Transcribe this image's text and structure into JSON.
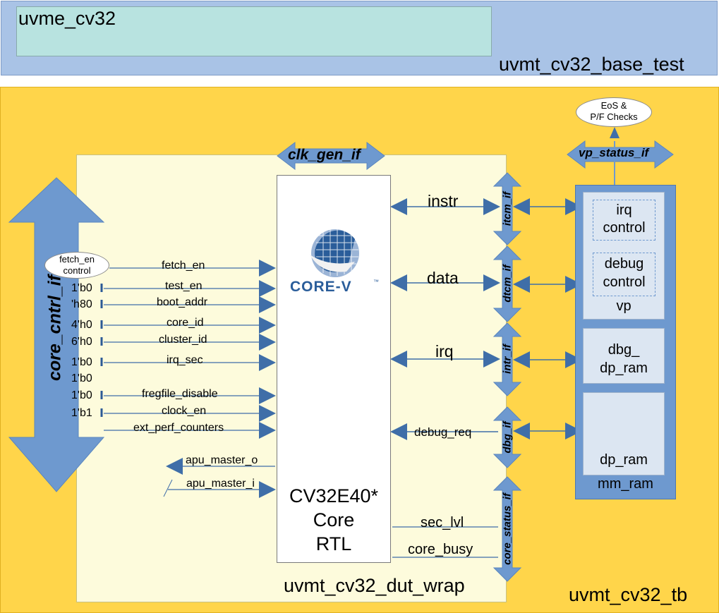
{
  "titles": {
    "uvme": "uvme_cv32",
    "base_test": "uvmt_cv32_base_test",
    "tb": "uvmt_cv32_tb",
    "dut_wrap": "uvmt_cv32_dut_wrap"
  },
  "core": {
    "logo_text": "CORE-V",
    "logo_tm": "™",
    "name_line1": "CV32E40*",
    "name_line2": "Core",
    "name_line3": "RTL"
  },
  "interfaces": {
    "clk_gen": "clk_gen_if",
    "core_cntrl": "core_cntrl_if",
    "vp_status": "vp_status_if",
    "itcm": "itcm_if",
    "dtcm": "dtcm_if",
    "intr": "intr_if",
    "dbg": "dbg_if",
    "core_status": "core_status_if"
  },
  "eos_checks": {
    "line1": "EoS &",
    "line2": "P/F Checks"
  },
  "fetch_en_control": {
    "line1": "fetch_en",
    "line2": "control"
  },
  "left_signals": [
    {
      "value": "",
      "name": "fetch_en"
    },
    {
      "value": "1'b0",
      "name": "test_en"
    },
    {
      "value": "'h80",
      "name": "boot_addr"
    },
    {
      "value": "4'h0",
      "name": "core_id"
    },
    {
      "value": "6'h0",
      "name": "cluster_id"
    },
    {
      "value": "1'b0",
      "name": "irq_sec"
    },
    {
      "value": "1'b0",
      "name": ""
    },
    {
      "value": "1'b0",
      "name": "fregfile_disable"
    },
    {
      "value": "1'b1",
      "name": "clock_en"
    },
    {
      "value": "",
      "name": "ext_perf_counters"
    }
  ],
  "apu": {
    "out": "apu_master_o",
    "in": "apu_master_i"
  },
  "right_signals": {
    "instr": "instr",
    "data": "data",
    "irq": "irq",
    "debug_req": "debug_req",
    "sec_lvl": "sec_lvl",
    "core_busy": "core_busy"
  },
  "mm_ram": {
    "label": "mm_ram",
    "vp": "vp",
    "irq_control_line1": "irq",
    "irq_control_line2": "control",
    "debug_control_line1": "debug",
    "debug_control_line2": "control",
    "dbg_dp_ram_line1": "dbg_",
    "dbg_dp_ram_line2": "dp_ram",
    "dp_ram": "dp_ram"
  },
  "colors": {
    "arrow_blue": "#6e99cf",
    "arrow_blue_dark": "#3f6ea8",
    "tb_yellow": "#ffd54a",
    "dut_cream": "#fdfbdc",
    "base_test_blue": "#a9c3e6",
    "uvme_teal": "#b8e3e0"
  }
}
